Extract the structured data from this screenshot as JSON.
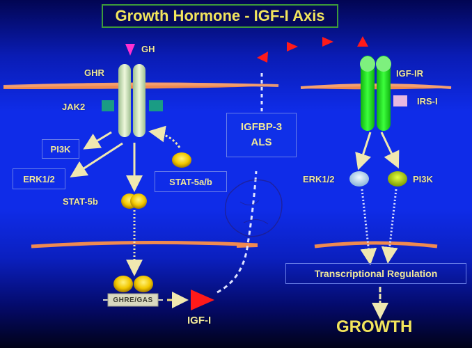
{
  "title": "Growth Hormone - IGF-I Axis",
  "colors": {
    "background_top": "#020552",
    "background_mid": "#0f2ce8",
    "membrane": "#f08a50",
    "ghr_receptor": "#dcebc4",
    "igf1r_receptor": "#18e018",
    "jak2": "#1a9c84",
    "irs1": "#e8b8e0",
    "stat": "#f2c800",
    "igf1_ligand": "#ff1a1a",
    "gh_ligand": "#ff30d0",
    "label_text": "#f0e89a",
    "title_border": "#3e9b3a"
  },
  "left_pathway": {
    "ligand": "GH",
    "receptor": "GHR",
    "kinase": "JAK2",
    "targets": [
      "PI3K",
      "ERK1/2"
    ],
    "stat_inactive": "STAT-5a/b",
    "stat_active": "STAT-5b",
    "dna_element": "GHRE/GAS",
    "product": "IGF-I"
  },
  "middle": {
    "binding_proteins": [
      "IGFBP-3",
      "ALS"
    ]
  },
  "right_pathway": {
    "receptor": "IGF-IR",
    "adaptor": "IRS-I",
    "targets": [
      "ERK1/2",
      "PI3K"
    ],
    "regulation": "Transcriptional Regulation",
    "outcome": "GROWTH"
  }
}
